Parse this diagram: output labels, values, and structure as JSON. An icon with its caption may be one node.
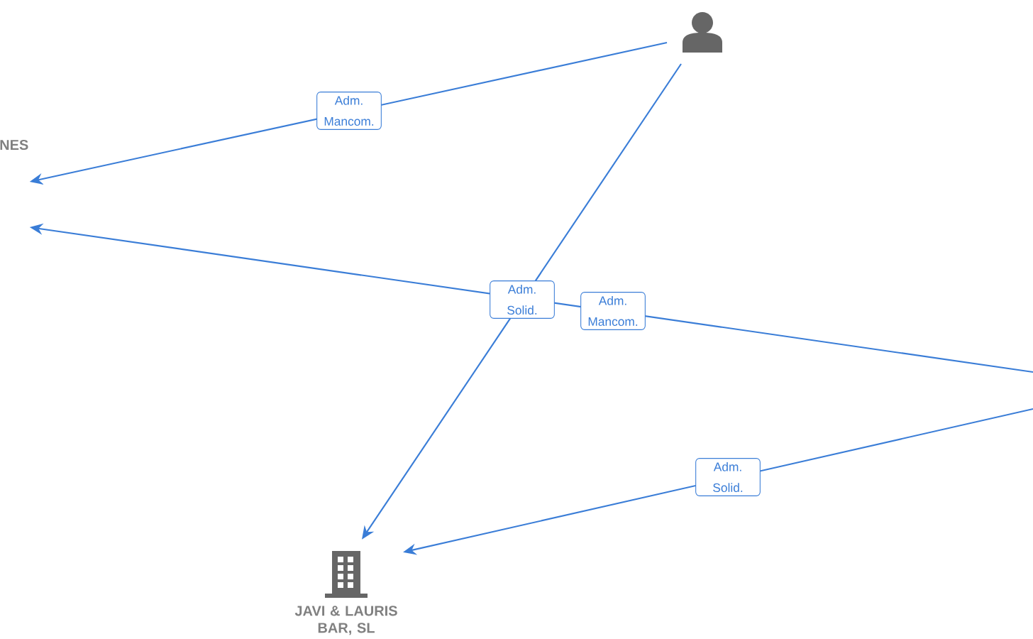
{
  "diagram": {
    "nodes": [
      {
        "text": [],
        "shape": "person"
      },
      {
        "text": [
          "NES"
        ]
      },
      {
        "text": [
          "JAVI & LAURIS BAR, SL"
        ]
      }
    ],
    "edges": [
      {
        "from": 0,
        "to": 1,
        "arrow": "to",
        "label": "Adm. Mancom."
      },
      {
        "from": null,
        "to": 1,
        "arrow": "to",
        "label": "Adm. Mancom."
      },
      {
        "from": 0,
        "to": 2,
        "arrow": "to",
        "label": "Adm. Solid."
      },
      {
        "from": null,
        "to": 2,
        "arrow": "to",
        "label": "Adm. Solid."
      }
    ]
  }
}
